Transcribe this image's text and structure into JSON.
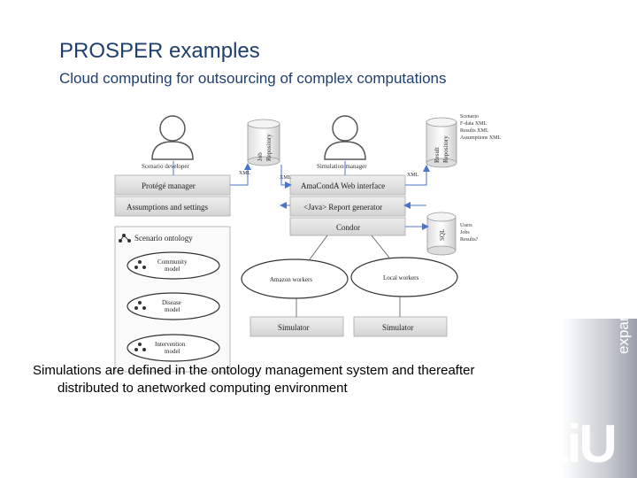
{
  "slide": {
    "title": "PROSPER examples",
    "subtitle": "Cloud computing for outsourcing of complex computations",
    "caption_line1": "Simulations are defined in the ontology management system and thereafter",
    "caption_line2": "distributed to anetworked computing environment"
  },
  "diagram": {
    "scenario_developer": "Scenario developer",
    "simulation_manager": "Simulation manager",
    "job_repository": [
      "Job",
      "Repository"
    ],
    "result_repository": [
      "Result",
      "Repository"
    ],
    "sql": "SQL",
    "xml": "XML",
    "protege_manager": "Protégé manager",
    "assumptions_settings": "Assumptions and settings",
    "web_interface": "AmaCondA Web interface",
    "report_generator": "<Java> Report generator",
    "condor": "Condor",
    "scenario_ontology": "Scenario ontology",
    "community_model": [
      "Community",
      "model"
    ],
    "disease_model": [
      "Disease",
      "model"
    ],
    "intervention_model": [
      "Intervention",
      "model"
    ],
    "amazon_workers": "Amazon workers",
    "local_workers": "Local workers",
    "simulator": "Simulator",
    "result_notes": [
      "Scenario",
      "F-data XML",
      "Results XML",
      "Assumptions XML"
    ],
    "sql_notes": [
      "Users",
      "Jobs",
      "Results?"
    ]
  },
  "branding": {
    "logo": "LiU",
    "tagline": "expanding reality"
  }
}
